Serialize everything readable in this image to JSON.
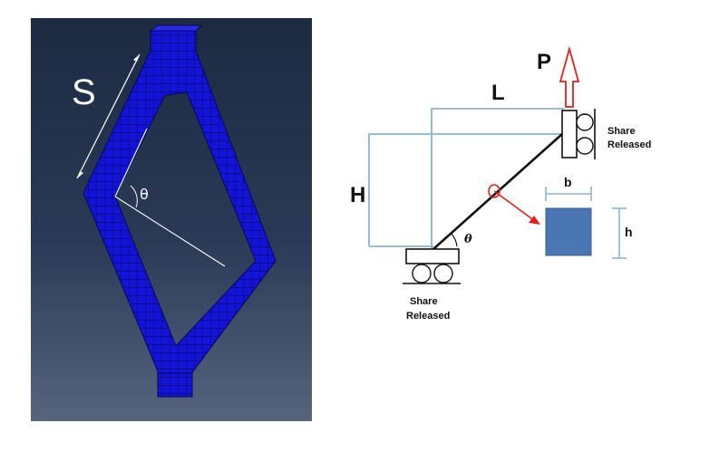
{
  "fe_model": {
    "side_label": "S",
    "angle_label": "θ",
    "colors": {
      "frame": "#1414d8",
      "mesh": "#05055a",
      "annotation": "#ffffff"
    }
  },
  "schematic": {
    "load_label": "P",
    "length_label": "L",
    "height_label": "H",
    "angle_label": "θ",
    "width_label": "b",
    "depth_label": "h",
    "top_support": {
      "line1": "Share",
      "line2": "Released"
    },
    "bottom_support": {
      "line1": "Share",
      "line2": "Released"
    },
    "colors": {
      "guide": "#8db3cf",
      "arrow": "#e02020",
      "section": "#4a77b4",
      "member": "#111111"
    }
  }
}
